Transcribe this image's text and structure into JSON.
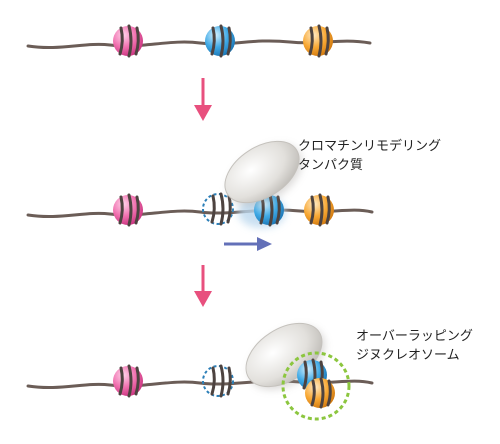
{
  "labels": {
    "remodeling_protein_line1": "クロマチンリモデリング",
    "remodeling_protein_line2": "タンパク質",
    "overlapping_line1": "オーバーラッピング",
    "overlapping_line2": "ジヌクレオソーム"
  },
  "colors": {
    "dna_strand": "#6b5d57",
    "nucleosome_pink": "#f06fae",
    "nucleosome_blue": "#3fa9e5",
    "nucleosome_orange": "#f8a834",
    "arrow_pink": "#e8507e",
    "arrow_blue": "#6370b8",
    "remodeler_gray": "#dcdad6",
    "overlap_circle_green": "#8cc63f",
    "empty_site_dashed": "#2c7fb8"
  }
}
